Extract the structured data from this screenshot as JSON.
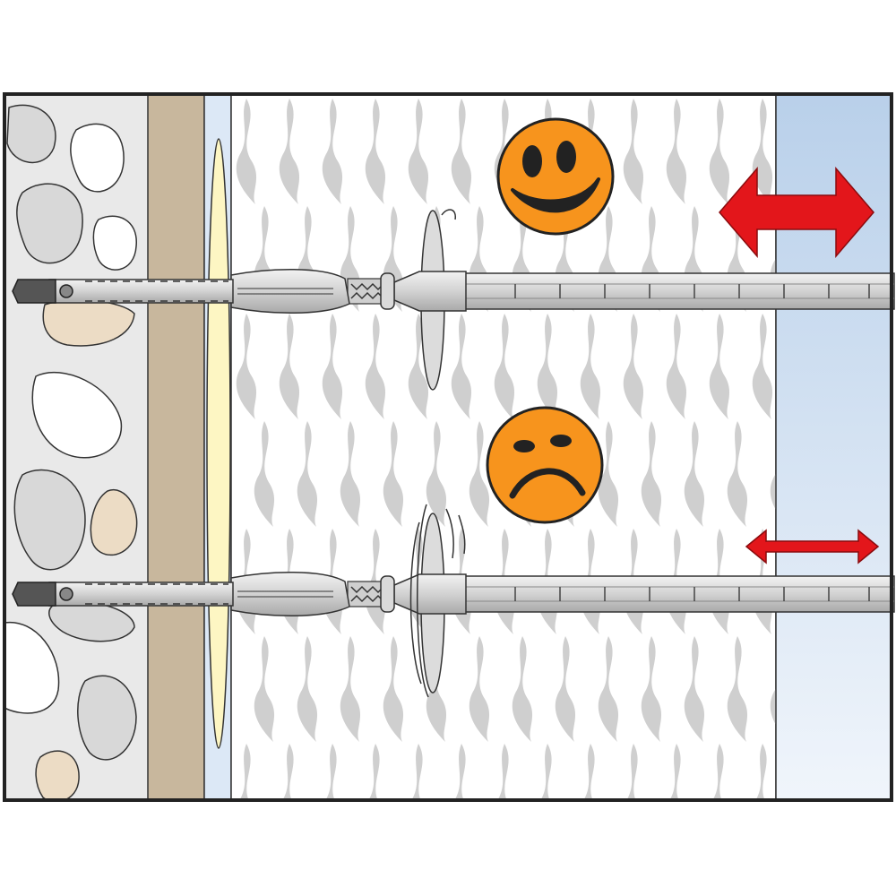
{
  "diagram": {
    "layers": [
      "masonry",
      "render",
      "air-gap-with-adhesive",
      "insulation",
      "facade-panel"
    ],
    "icons": [
      "happy-face-icon",
      "sad-face-icon",
      "large-double-arrow-icon",
      "small-double-arrow-icon"
    ],
    "colors": {
      "masonry": "#e9e9e9",
      "render": "#c8b79d",
      "gap": "#dce8f6",
      "adhesive": "#fdf6c3",
      "insulation_texture": "#cfcfcf",
      "panel_top": "#b9d0ea",
      "panel_bottom": "#f0f5fb",
      "face": "#f7941d",
      "arrow": "#e3161b",
      "outline": "#222222"
    }
  }
}
